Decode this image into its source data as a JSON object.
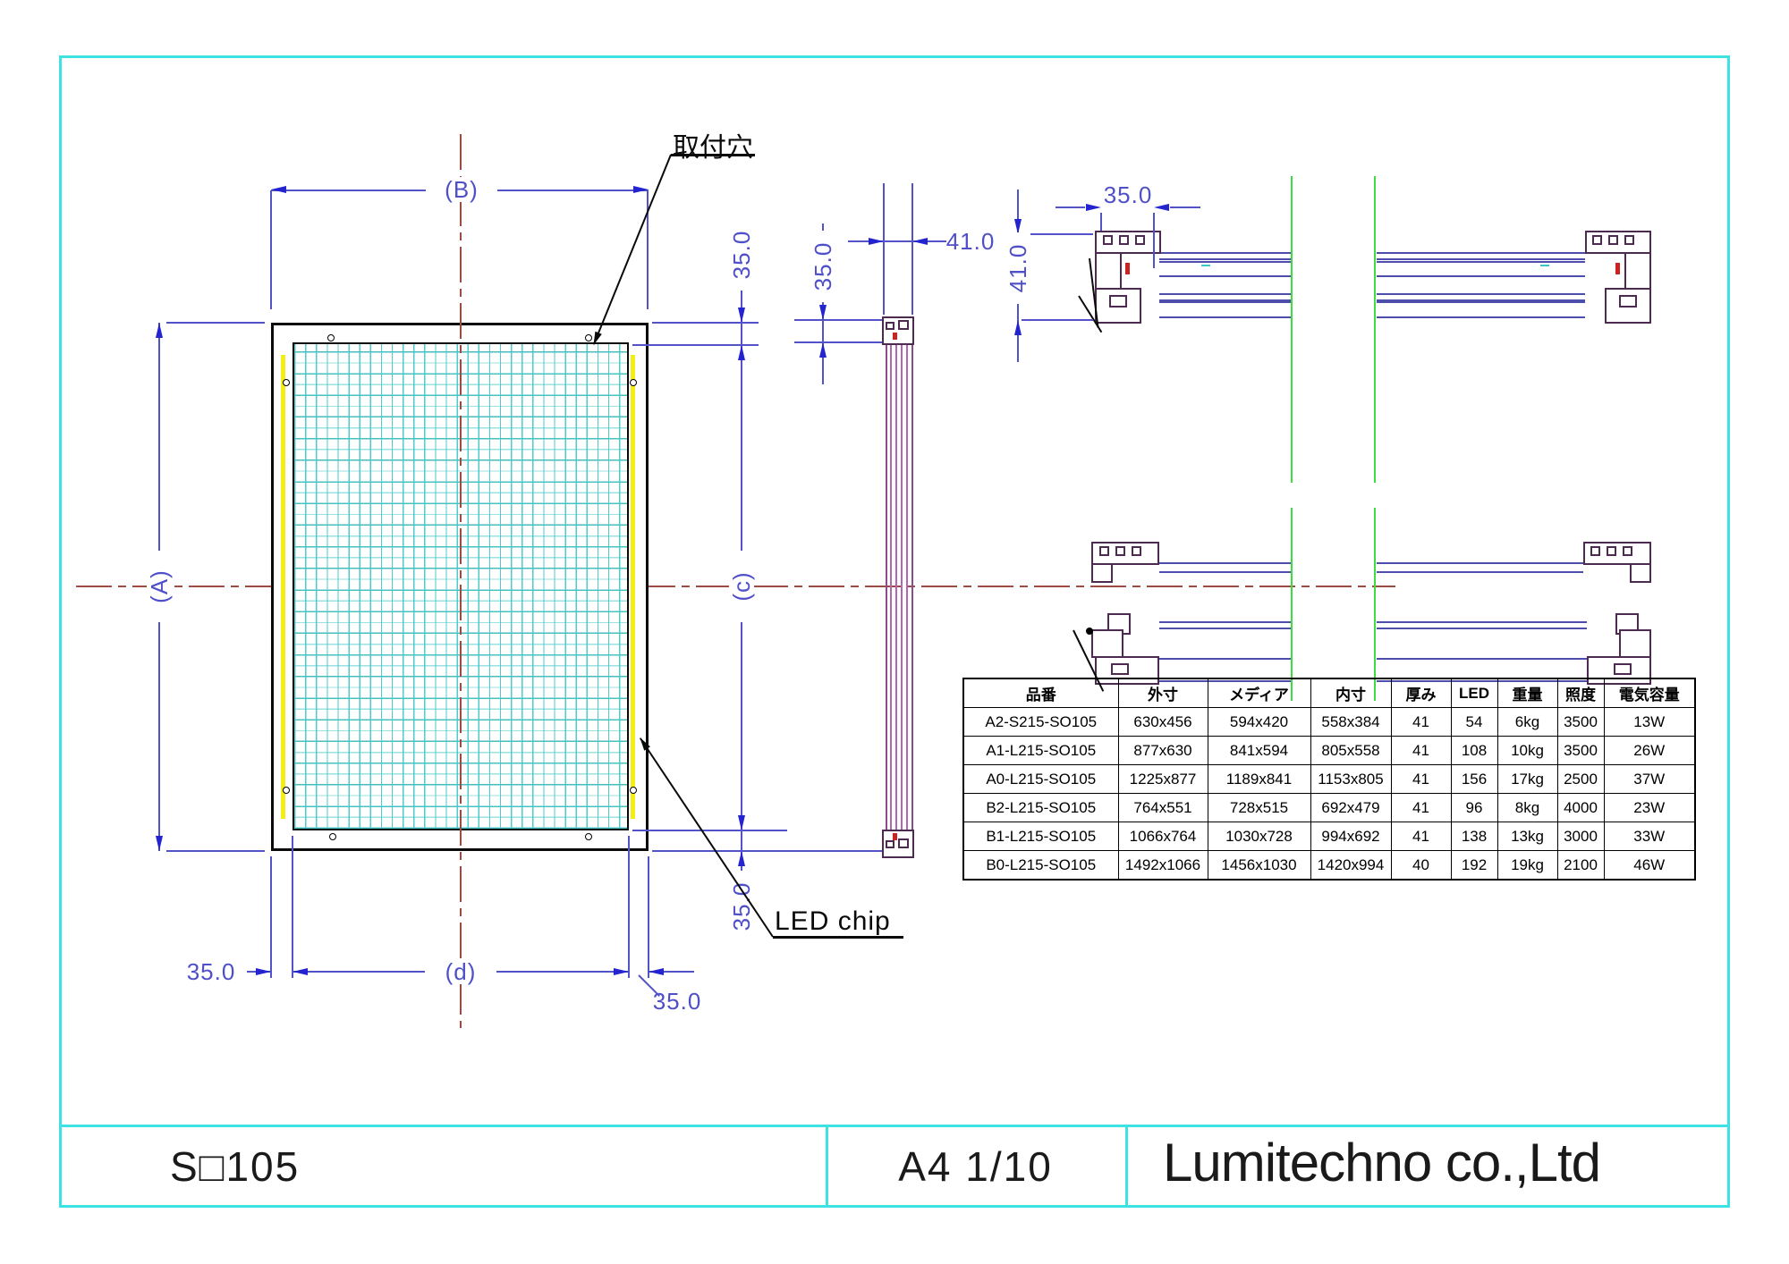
{
  "drawing": {
    "callouts": {
      "mounting_hole": "取付穴",
      "led_chip": "LED chip"
    },
    "dims": {
      "outer_width": "(B)",
      "outer_height": "(A)",
      "inner_height": "(c)",
      "inner_width": "(d)",
      "margin": "35.0",
      "thickness": "41.0"
    }
  },
  "table": {
    "headers": [
      "品番",
      "外寸",
      "メディア",
      "内寸",
      "厚み",
      "LED",
      "重量",
      "照度",
      "電気容量"
    ],
    "rows": [
      [
        "A2-S215-SO105",
        "630x456",
        "594x420",
        "558x384",
        "41",
        "54",
        "6kg",
        "3500",
        "13W"
      ],
      [
        "A1-L215-SO105",
        "877x630",
        "841x594",
        "805x558",
        "41",
        "108",
        "10kg",
        "3500",
        "26W"
      ],
      [
        "A0-L215-SO105",
        "1225x877",
        "1189x841",
        "1153x805",
        "41",
        "156",
        "17kg",
        "2500",
        "37W"
      ],
      [
        "B2-L215-SO105",
        "764x551",
        "728x515",
        "692x479",
        "41",
        "96",
        "8kg",
        "4000",
        "23W"
      ],
      [
        "B1-L215-SO105",
        "1066x764",
        "1030x728",
        "994x692",
        "41",
        "138",
        "13kg",
        "3000",
        "33W"
      ],
      [
        "B0-L215-SO105",
        "1492x1066",
        "1456x1030",
        "1420x994",
        "40",
        "192",
        "19kg",
        "2100",
        "46W"
      ]
    ]
  },
  "title_block": {
    "model": "S□105",
    "format_scale": "A4 1/10",
    "company": "Lumitechno co.,Ltd"
  }
}
